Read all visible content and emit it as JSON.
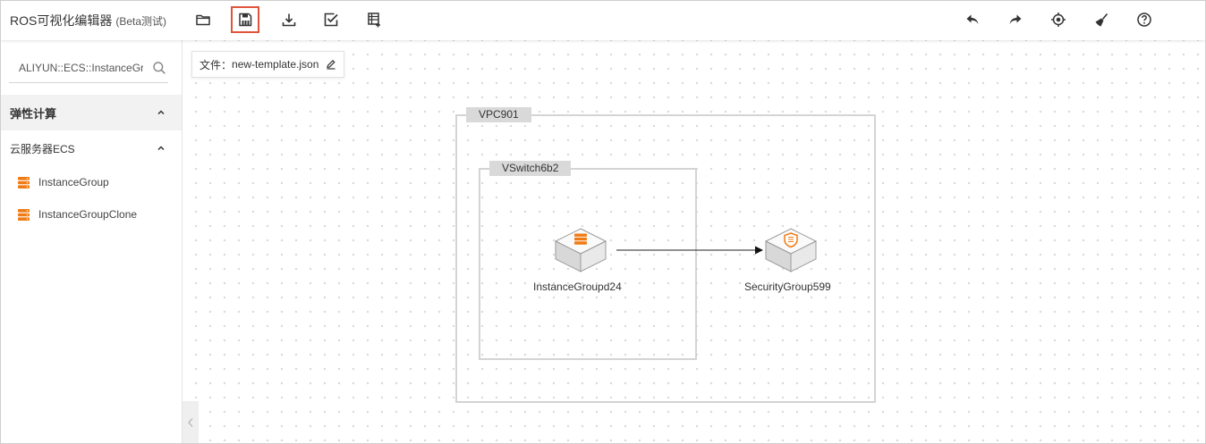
{
  "app": {
    "title": "ROS可视化编辑器",
    "subtitle": "(Beta测试)"
  },
  "toolbar": {
    "buttons": [
      {
        "name": "open",
        "icon": "folder-icon"
      },
      {
        "name": "save",
        "icon": "save-icon",
        "active": true
      },
      {
        "name": "download",
        "icon": "download-icon"
      },
      {
        "name": "validate",
        "icon": "checkbox-check-icon"
      },
      {
        "name": "add-template",
        "icon": "template-add-icon"
      }
    ],
    "right_buttons": [
      {
        "name": "undo",
        "icon": "undo-icon"
      },
      {
        "name": "redo",
        "icon": "redo-icon"
      },
      {
        "name": "locate",
        "icon": "target-icon"
      },
      {
        "name": "clear",
        "icon": "broom-icon"
      },
      {
        "name": "help",
        "icon": "help-icon"
      }
    ],
    "accent": "#e0543b"
  },
  "sidebar": {
    "search": {
      "value": "ALIYUN::ECS::InstanceGro",
      "placeholder": ""
    },
    "categories": [
      {
        "label": "弹性计算",
        "subcategories": [
          {
            "label": "云服务器ECS",
            "items": [
              {
                "label": "InstanceGroup",
                "icon": "server-stack-icon"
              },
              {
                "label": "InstanceGroupClone",
                "icon": "server-stack-icon"
              }
            ]
          }
        ]
      }
    ],
    "icon_color": "#f07b14"
  },
  "canvas": {
    "file": {
      "prefix": "文件：",
      "name": "new-template.json"
    },
    "groups": [
      {
        "label": "VPC901"
      },
      {
        "label": "VSwitch6b2"
      }
    ],
    "nodes": [
      {
        "label": "InstanceGroupd24",
        "icon": "instance-group-node-icon"
      },
      {
        "label": "SecurityGroup599",
        "icon": "security-group-node-icon"
      }
    ],
    "edges": [
      {
        "from": "InstanceGroupd24",
        "to": "SecurityGroup599"
      }
    ]
  }
}
